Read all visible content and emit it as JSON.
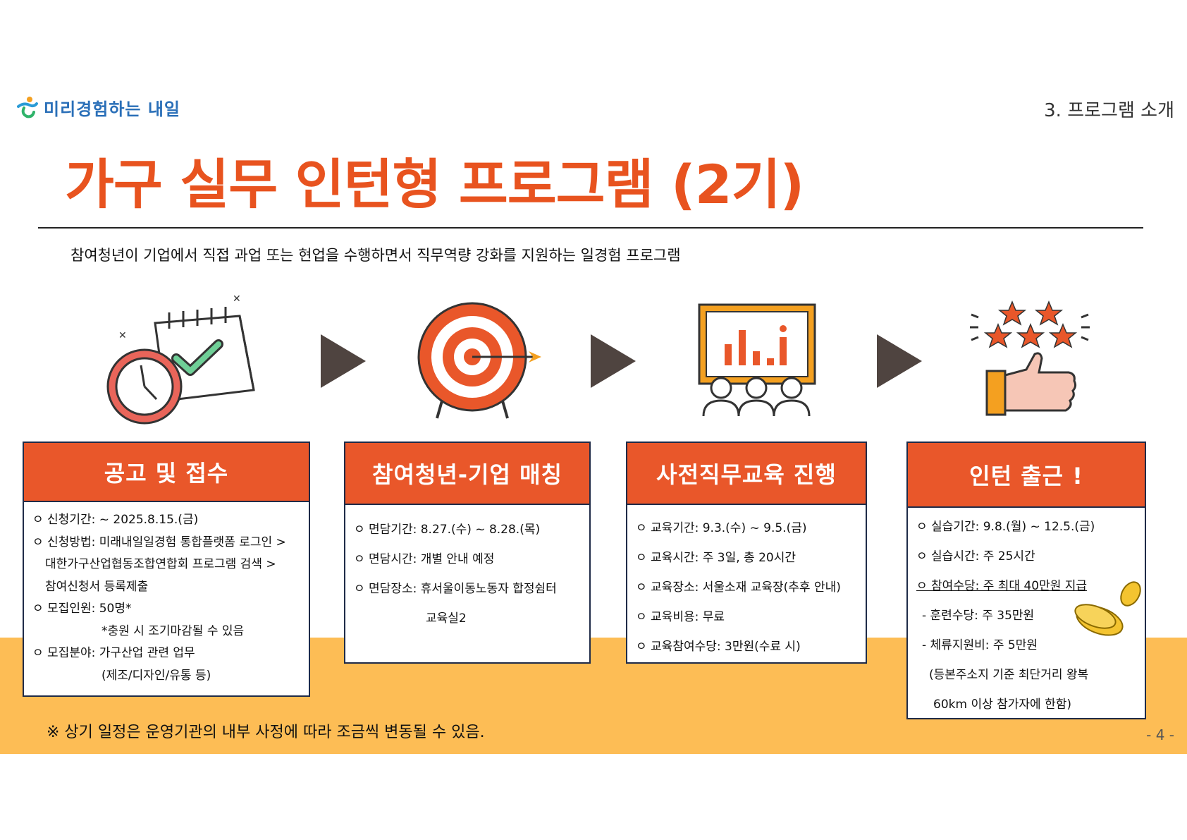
{
  "header": {
    "logo_text": "미리경험하는 내일",
    "section_label": "3. 프로그램 소개"
  },
  "title": "가구 실무 인턴형 프로그램 (2기)",
  "subtitle": "참여청년이 기업에서 직접 과업 또는  현업을 수행하면서 직무역량 강화를 지원하는 일경험 프로그램",
  "steps": [
    {
      "heading": "공고 및 접수",
      "icon": "calendar-clock-icon",
      "lines": [
        "ㅇ 신청기간:  ~ 2025.8.15.(금)",
        "ㅇ 신청방법:  미래내일일경험 통합플랫폼 로그인 >",
        "대한가구산업협동조합연합회 프로그램 검색 >",
        "참여신청서 등록제출",
        "ㅇ 모집인원:  50명*",
        "*충원 시 조기마감될 수 있음",
        "ㅇ 모집분야: 가구산업 관련 업무",
        "(제조/디자인/유통 등)"
      ]
    },
    {
      "heading": "참여청년-기업 매칭",
      "icon": "target-icon",
      "lines": [
        "ㅇ 면담기간: 8.27.(수) ~ 8.28.(목)",
        "ㅇ 면담시간: 개별 안내 예정",
        "ㅇ 면담장소: 휴서울이동노동자 합정쉼터",
        "교육실2"
      ]
    },
    {
      "heading": "사전직무교육 진행",
      "icon": "presentation-board-icon",
      "lines": [
        "ㅇ 교육기간:  9.3.(수) ~ 9.5.(금)",
        "ㅇ 교육시간:  주 3일, 총 20시간",
        "ㅇ 교육장소:  서울소재 교육장(추후 안내)",
        "ㅇ 교육비용:  무료",
        "ㅇ 교육참여수당:  3만원(수료 시)"
      ]
    },
    {
      "heading": "인턴 출근 !",
      "icon": "thumbs-up-stars-icon",
      "lines": [
        "ㅇ 실습기간:  9.8.(월) ~ 12.5.(금)",
        "ㅇ 실습시간:  주 25시간",
        "ㅇ 참여수당:  주 최대 40만원 지급",
        "- 훈련수당: 주 35만원",
        "- 체류지원비: 주 5만원",
        "(등본주소지 기준 최단거리  왕복",
        "60km 이상 참가자에 한함)"
      ]
    }
  ],
  "notice": "※ 상기 일정은 운영기관의 내부 사정에 따라 조금씩 변동될 수 있음.",
  "page_number": "- 4 -",
  "colors": {
    "accent": "#e9572a",
    "band": "#fdbd55",
    "arrow": "#4f4440",
    "border": "#1f2b48"
  }
}
